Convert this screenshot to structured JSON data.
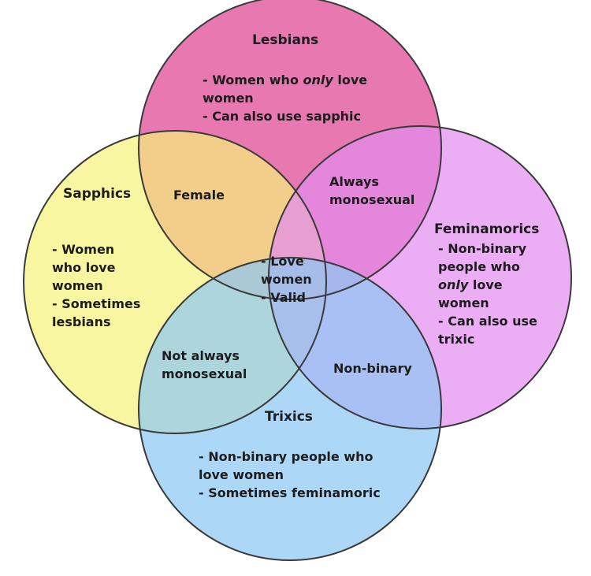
{
  "colors": {
    "lesbians": "#e0529a",
    "sapphics": "#f6f27a",
    "feminamorics": "#e28cf0",
    "trixics": "#8dc7f2",
    "outline": "#3a3a3a",
    "text": "#1d1d1d",
    "background": "#ffffff"
  },
  "sets": {
    "lesbians": {
      "title": "Lesbians",
      "lines": {
        "l1a": "- Women who ",
        "l1em": "only",
        "l1b": " love",
        "l2": "women",
        "l3": "- Can also use sapphic"
      }
    },
    "sapphics": {
      "title": "Sapphics",
      "lines": [
        "- Women",
        "who love",
        "women",
        "- Sometimes",
        "lesbians"
      ]
    },
    "feminamorics": {
      "title": "Feminamorics",
      "lines": {
        "l1": "- Non-binary",
        "l2": "people who",
        "l3em": "only",
        "l3b": " love",
        "l4": "women",
        "l5": "- Can also use",
        "l6": "trixic"
      }
    },
    "trixics": {
      "title": "Trixics",
      "lines": [
        "- Non-binary people who",
        "love women",
        "- Sometimes feminamoric"
      ]
    }
  },
  "overlaps": {
    "lesbians_sapphics": "Female",
    "lesbians_feminamorics": [
      "Always",
      "monosexual"
    ],
    "sapphics_trixics": [
      "Not always",
      "monosexual"
    ],
    "feminamorics_trixics": "Non-binary",
    "center": [
      "- Love",
      "women",
      "- Valid"
    ]
  }
}
